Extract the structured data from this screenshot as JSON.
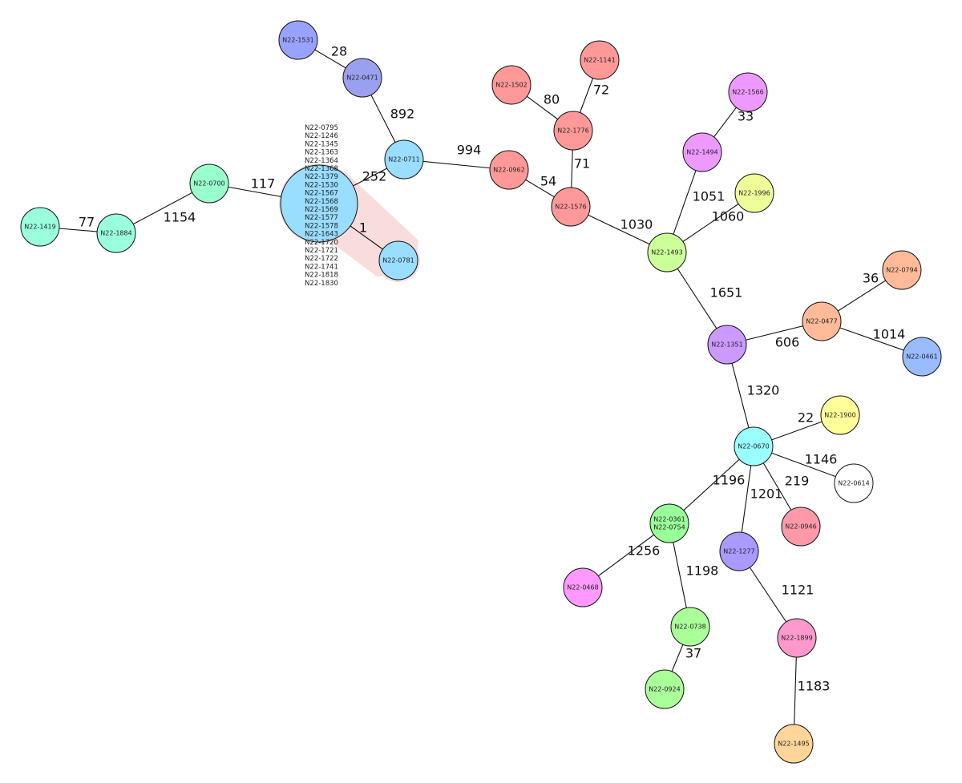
{
  "title": "Minimum spanning tree",
  "cluster_members": [
    "N22-0795",
    "N22-1246",
    "N22-1345",
    "N22-1363",
    "N22-1364",
    "N22-1368",
    "N22-1379",
    "N22-1530",
    "N22-1567",
    "N22-1568",
    "N22-1569",
    "N22-1577",
    "N22-1578",
    "N22-1643",
    "N22-1720",
    "N22-1721",
    "N22-1722",
    "N22-1741",
    "N22-1818",
    "N22-1830"
  ],
  "nodes": [
    {
      "id": "big",
      "labels": [],
      "color": "#99ddff"
    },
    {
      "id": "1531",
      "labels": [
        "N22-1531"
      ],
      "color": "#98a2ff"
    },
    {
      "id": "0471",
      "labels": [
        "N22-0471"
      ],
      "color": "#9aa0f0"
    },
    {
      "id": "0711",
      "labels": [
        "N22-0711"
      ],
      "color": "#99ddff"
    },
    {
      "id": "0781",
      "labels": [
        "N22-0781"
      ],
      "color": "#99ddff"
    },
    {
      "id": "0700",
      "labels": [
        "N22-0700"
      ],
      "color": "#99ffcc"
    },
    {
      "id": "1884",
      "labels": [
        "N22-1884"
      ],
      "color": "#99ffdd"
    },
    {
      "id": "1419",
      "labels": [
        "N22-1419"
      ],
      "color": "#99ffdd"
    },
    {
      "id": "1502",
      "labels": [
        "N22-1502"
      ],
      "color": "#ff9999"
    },
    {
      "id": "1141",
      "labels": [
        "N22-1141"
      ],
      "color": "#ff9999"
    },
    {
      "id": "1776",
      "labels": [
        "N22-1776"
      ],
      "color": "#ff9999"
    },
    {
      "id": "0962",
      "labels": [
        "N22-0962"
      ],
      "color": "#ff9999"
    },
    {
      "id": "1576",
      "labels": [
        "N22-1576"
      ],
      "color": "#ff9999"
    },
    {
      "id": "1566",
      "labels": [
        "N22-1566"
      ],
      "color": "#ee99ff"
    },
    {
      "id": "1494",
      "labels": [
        "N22-1494"
      ],
      "color": "#ee99ff"
    },
    {
      "id": "1996",
      "labels": [
        "N22-1996"
      ],
      "color": "#eeff99"
    },
    {
      "id": "1493",
      "labels": [
        "N22-1493"
      ],
      "color": "#ccff99"
    },
    {
      "id": "0794",
      "labels": [
        "N22-0794"
      ],
      "color": "#ffbb99"
    },
    {
      "id": "0477",
      "labels": [
        "N22-0477"
      ],
      "color": "#ffbb99"
    },
    {
      "id": "0461",
      "labels": [
        "N22-0461"
      ],
      "color": "#99bbff"
    },
    {
      "id": "1351",
      "labels": [
        "N22-1351"
      ],
      "color": "#cc99ff"
    },
    {
      "id": "1900",
      "labels": [
        "N22-1900"
      ],
      "color": "#ffff99"
    },
    {
      "id": "0670",
      "labels": [
        "N22-0670"
      ],
      "color": "#99ffff"
    },
    {
      "id": "0614",
      "labels": [
        "N22-0614"
      ],
      "color": "#ffffff"
    },
    {
      "id": "0946",
      "labels": [
        "N22-0946"
      ],
      "color": "#ff99aa"
    },
    {
      "id": "1277",
      "labels": [
        "N22-1277"
      ],
      "color": "#aa99ff"
    },
    {
      "id": "0361",
      "labels": [
        "N22-0361",
        "N22-0754"
      ],
      "color": "#99ff99"
    },
    {
      "id": "0468",
      "labels": [
        "N22-0468"
      ],
      "color": "#ff99ff"
    },
    {
      "id": "0738",
      "labels": [
        "N22-0738"
      ],
      "color": "#aaff99"
    },
    {
      "id": "0924",
      "labels": [
        "N22-0924"
      ],
      "color": "#aaff99"
    },
    {
      "id": "1899",
      "labels": [
        "N22-1899"
      ],
      "color": "#ff99cc"
    },
    {
      "id": "1495",
      "labels": [
        "N22-1495"
      ],
      "color": "#ffd599"
    }
  ],
  "edges": [
    {
      "from": "1531",
      "to": "0471",
      "label": "28"
    },
    {
      "from": "0471",
      "to": "0711",
      "label": "892"
    },
    {
      "from": "0711",
      "to": "big",
      "label": "252"
    },
    {
      "from": "big",
      "to": "0781",
      "label": "1"
    },
    {
      "from": "0700",
      "to": "big",
      "label": "117"
    },
    {
      "from": "1884",
      "to": "0700",
      "label": "1154"
    },
    {
      "from": "1419",
      "to": "1884",
      "label": "77"
    },
    {
      "from": "0711",
      "to": "0962",
      "label": "994"
    },
    {
      "from": "1502",
      "to": "1776",
      "label": "80"
    },
    {
      "from": "1141",
      "to": "1776",
      "label": "72"
    },
    {
      "from": "1776",
      "to": "1576",
      "label": "71"
    },
    {
      "from": "0962",
      "to": "1576",
      "label": "54"
    },
    {
      "from": "1576",
      "to": "1493",
      "label": "1030"
    },
    {
      "from": "1566",
      "to": "1494",
      "label": "33"
    },
    {
      "from": "1494",
      "to": "1493",
      "label": "1051"
    },
    {
      "from": "1996",
      "to": "1493",
      "label": "1060"
    },
    {
      "from": "1493",
      "to": "1351",
      "label": "1651"
    },
    {
      "from": "1351",
      "to": "0477",
      "label": "606"
    },
    {
      "from": "0477",
      "to": "0794",
      "label": "36"
    },
    {
      "from": "0477",
      "to": "0461",
      "label": "1014"
    },
    {
      "from": "1351",
      "to": "0670",
      "label": "1320"
    },
    {
      "from": "0670",
      "to": "1900",
      "label": "22"
    },
    {
      "from": "0670",
      "to": "0614",
      "label": "1146"
    },
    {
      "from": "0670",
      "to": "0946",
      "label": "219"
    },
    {
      "from": "0670",
      "to": "1277",
      "label": "1201"
    },
    {
      "from": "0670",
      "to": "0361",
      "label": "1196"
    },
    {
      "from": "0361",
      "to": "0468",
      "label": "1256"
    },
    {
      "from": "0361",
      "to": "0738",
      "label": "1198"
    },
    {
      "from": "0738",
      "to": "0924",
      "label": "37"
    },
    {
      "from": "1277",
      "to": "1899",
      "label": "1121"
    },
    {
      "from": "1899",
      "to": "1495",
      "label": "1183"
    }
  ]
}
